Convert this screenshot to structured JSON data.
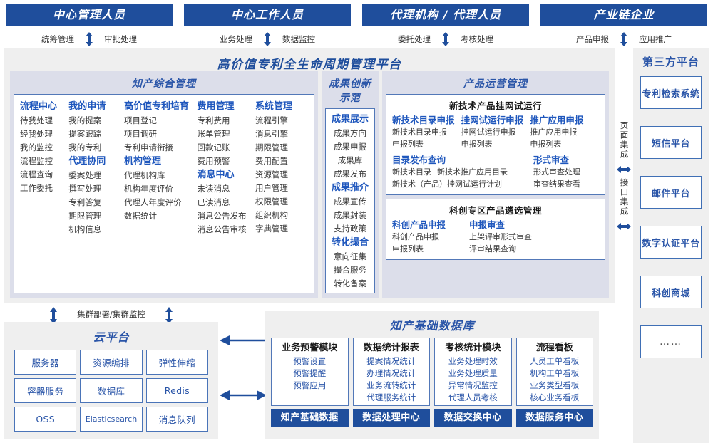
{
  "roles": [
    {
      "title": "中心管理人员",
      "left": "统筹管理",
      "right": "审批处理"
    },
    {
      "title": "中心工作人员",
      "left": "业务处理",
      "right": "数据监控"
    },
    {
      "title": "代理机构 / 代理人员",
      "left": "委托处理",
      "right": "考核处理"
    },
    {
      "title": "产业链企业",
      "left": "产品申报",
      "right": "应用推广"
    }
  ],
  "platform": {
    "title": "高价值专利全生命周期管理平台",
    "groups": {
      "ip_management": {
        "title": "知产综合管理",
        "columns": [
          {
            "blocks": [
              {
                "head": "流程中心",
                "items": [
                  "待我处理",
                  "经我处理",
                  "我的监控",
                  "流程监控",
                  "流程查询",
                  "工作委托"
                ]
              }
            ]
          },
          {
            "blocks": [
              {
                "head": "我的申请",
                "items": [
                  "我的提案",
                  "提案跟踪",
                  "我的专利"
                ]
              },
              {
                "head": "代理协同",
                "items": [
                  "委案处理",
                  "撰写处理",
                  "专利答复",
                  "期限管理",
                  "机构信息"
                ]
              }
            ]
          },
          {
            "blocks": [
              {
                "head": "高价值专利培育",
                "items": [
                  "项目登记",
                  "项目调研",
                  "专利申请衔接"
                ]
              },
              {
                "head": "机构管理",
                "items": [
                  "代理机构库",
                  "机构年度评价",
                  "代理人年度评价",
                  "数据统计"
                ]
              }
            ]
          },
          {
            "blocks": [
              {
                "head": "费用管理",
                "items": [
                  "专利费用",
                  "账单管理",
                  "回款记账",
                  "费用预警"
                ]
              },
              {
                "head": "消息中心",
                "items": [
                  "未读消息",
                  "已读消息",
                  "消息公告发布",
                  "消息公告审核"
                ]
              }
            ]
          },
          {
            "blocks": [
              {
                "head": "系统管理",
                "items": [
                  "流程引擎",
                  "消息引擎",
                  "期限管理",
                  "费用配置",
                  "资源管理",
                  "用户管理",
                  "权限管理",
                  "组织机构",
                  "字典管理"
                ]
              }
            ]
          }
        ]
      },
      "achievement": {
        "title": "成果创新示范",
        "blocks": [
          {
            "head": "成果展示",
            "items": [
              "成果方向",
              "成果申报",
              "成果库",
              "成果发布"
            ]
          },
          {
            "head": "成果推介",
            "items": [
              "成果宣传",
              "成果封装",
              "支持政策"
            ]
          },
          {
            "head": "转化撮合",
            "items": [
              "意向征集",
              "撮合服务",
              "转化备案"
            ]
          }
        ]
      },
      "product_ops": {
        "title": "产品运营管理",
        "cards": [
          {
            "title": "新技术产品挂网试运行",
            "row1": [
              {
                "head": "新技术目录申报",
                "items": [
                  "新技术目录申报",
                  "申报列表"
                ]
              },
              {
                "head": "挂网试运行申报",
                "items": [
                  "挂网试运行申报",
                  "申报列表"
                ]
              },
              {
                "head": "推广应用申报",
                "items": [
                  "推广应用申报",
                  "申报列表"
                ]
              }
            ],
            "row2": [
              {
                "head": "目录发布查询",
                "items": [
                  "新技术目录",
                  "新技术推广应用目录",
                  "新技术（产品）挂网试运行计划"
                ]
              },
              {
                "head": "形式审查",
                "items": [
                  "形式审查处理",
                  "审查结果查看"
                ]
              }
            ]
          },
          {
            "title": "科创专区产品遴选管理",
            "row1": [
              {
                "head": "科创产品申报",
                "items": [
                  "科创产品申报",
                  "申报列表"
                ]
              },
              {
                "head": "申报审查",
                "items": [
                  "上架评审形式审查",
                  "评审结果查询"
                ]
              }
            ]
          }
        ]
      }
    }
  },
  "integration": {
    "page": "页面集成",
    "api": "接口集成"
  },
  "third_party": {
    "title": "第三方平台",
    "items": [
      "专利检索系统",
      "短信平台",
      "邮件平台",
      "数字认证平台",
      "科创商城",
      "……"
    ]
  },
  "cluster_label": "集群部署/集群监控",
  "cloud": {
    "title": "云平台",
    "cells": [
      "服务器",
      "资源编排",
      "弹性伸缩",
      "容器服务",
      "数据库",
      "Redis",
      "OSS",
      "Elasticsearch",
      "消息队列"
    ]
  },
  "database": {
    "title": "知产基础数据库",
    "columns": [
      {
        "head": "业务预警模块",
        "items": [
          "预警设置",
          "预警提醒",
          "预警应用"
        ],
        "footer": "知产基础数据"
      },
      {
        "head": "数据统计报表",
        "items": [
          "提案情况统计",
          "办理情况统计",
          "业务流转统计",
          "代理服务统计"
        ],
        "footer": "数据处理中心"
      },
      {
        "head": "考核统计模块",
        "items": [
          "业务处理时效",
          "业务处理质量",
          "异常情况监控",
          "代理人员考核"
        ],
        "footer": "数据交换中心"
      },
      {
        "head": "流程看板",
        "items": [
          "人员工单看板",
          "机构工单看板",
          "业务类型看板",
          "核心业务看板"
        ],
        "footer": "数据服务中心"
      }
    ]
  },
  "colors": {
    "primary": "#1f4e9c",
    "accent": "#2a55a8",
    "panel": "#efefef",
    "group": "#dcdeea"
  }
}
